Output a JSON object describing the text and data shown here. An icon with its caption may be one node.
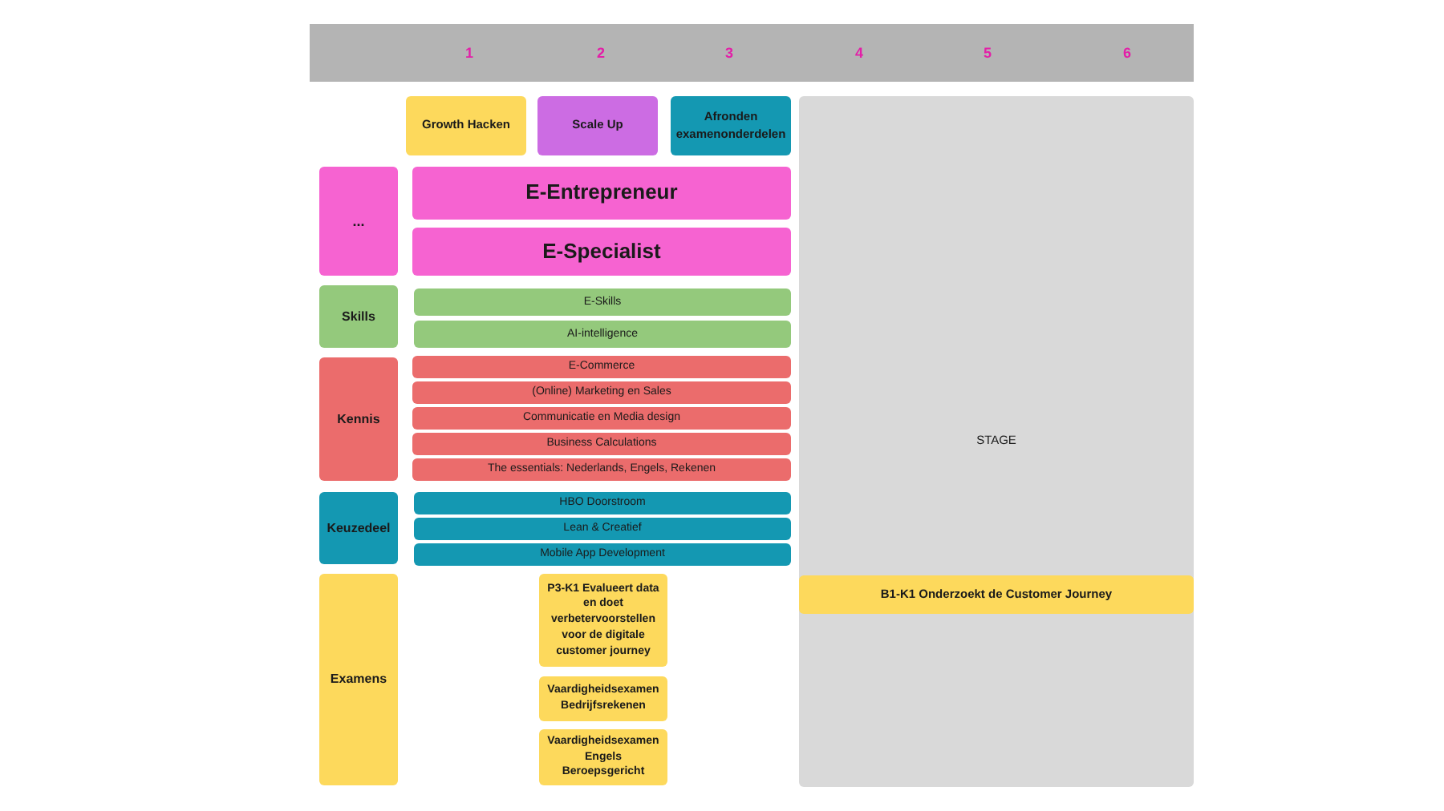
{
  "diagram": {
    "nodes": [
      {
        "text": [
          "Growth Hacken"
        ]
      },
      {
        "text": [
          "Scale Up"
        ]
      },
      {
        "text": [
          "Afronden examenonderdelen"
        ]
      },
      {
        "text": [
          "STAGE"
        ]
      },
      {
        "text": [
          "..."
        ]
      },
      {
        "text": [
          "E-Entrepreneur"
        ]
      },
      {
        "text": [
          "E-Specialist"
        ]
      },
      {
        "text": [
          "Skills"
        ]
      },
      {
        "text": [
          "E-Skills"
        ]
      },
      {
        "text": [
          "AI-intelligence"
        ]
      },
      {
        "text": [
          "Kennis"
        ]
      },
      {
        "text": [
          "E-Commerce"
        ]
      },
      {
        "text": [
          "(Online) Marketing en Sales"
        ]
      },
      {
        "text": [
          "Communicatie en Media design"
        ]
      },
      {
        "text": [
          "Business Calculations"
        ]
      },
      {
        "text": [
          "The essentials: Nederlands, Engels, Rekenen"
        ]
      },
      {
        "text": [
          "Keuzedeel"
        ]
      },
      {
        "text": [
          "HBO Doorstroom"
        ]
      },
      {
        "text": [
          "Lean & Creatief"
        ]
      },
      {
        "text": [
          "Mobile App Development"
        ]
      },
      {
        "text": [
          "Examens"
        ]
      },
      {
        "text": [
          "P3-K1 Evalueert data en doet verbetervoorstellen voor de digitale customer journey"
        ]
      },
      {
        "text": [
          "B1-K1 Onderzoekt de Customer Journey"
        ],
        "in": 3
      },
      {
        "text": [
          "Vaardigheidsexamen Bedrijfsrekenen"
        ]
      },
      {
        "text": [
          "Vaardigheidsexamen Engels Beroepsgericht"
        ]
      }
    ],
    "labels": [
      "1",
      "2",
      "3",
      "4",
      "5",
      "6"
    ]
  }
}
